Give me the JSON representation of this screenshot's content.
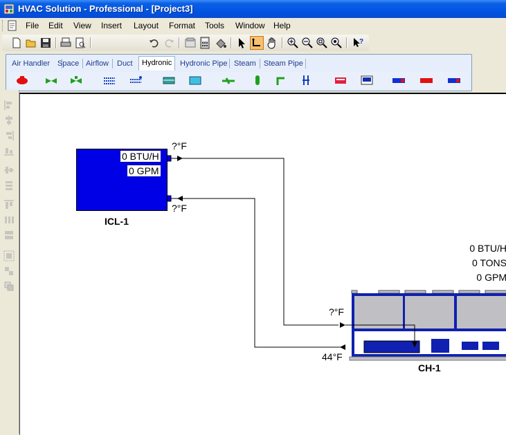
{
  "window": {
    "title": "HVAC Solution - Professional - [Project3]"
  },
  "menu": [
    "File",
    "Edit",
    "View",
    "Insert",
    "Layout",
    "Format",
    "Tools",
    "Window",
    "Help"
  ],
  "tabs": [
    "Air Handler",
    "Space",
    "Airflow",
    "Duct",
    "Hydronic",
    "Hydronic Pipe",
    "Steam",
    "Steam Pipe"
  ],
  "active_tab": "Hydronic",
  "icons": {
    "standard": [
      "new-icon",
      "open-icon",
      "save-icon",
      "print-icon",
      "print-preview-icon",
      "undo-icon",
      "redo-icon",
      "properties-icon",
      "calculator-icon",
      "paint-icon",
      "select-arrow-icon",
      "connect-pipe-icon",
      "pan-hand-icon",
      "zoom-in-icon",
      "zoom-out-icon",
      "zoom-fit-icon",
      "zoom-window-icon",
      "help-cursor-icon"
    ],
    "component": [
      "pump-icon",
      "valve-icon",
      "valve-alt-icon",
      "coil-icon",
      "coil-alt-icon",
      "heat-exchanger-icon",
      "tank-icon",
      "strainer-icon",
      "separator-icon",
      "fitting-icon",
      "vertical-pipe-icon",
      "boiler-icon",
      "expansion-tank-icon",
      "chiller-icon",
      "heater-icon",
      "cooler-icon"
    ]
  },
  "diagram": {
    "icl": {
      "label": "ICL-1",
      "btu": "0 BTU/H",
      "gpm": "0 GPM",
      "supply_temp": "?°F",
      "return_temp": "?°F"
    },
    "chiller": {
      "label": "CH-1",
      "btu": "0 BTU/H",
      "tons": "0 TONS",
      "gpm": "0 GPM",
      "inlet_temp": "?°F",
      "outlet_temp": "44°F"
    }
  },
  "colors": {
    "unit_blue": "#0000e6",
    "chiller_gray": "#c0c0c4",
    "chiller_frame": "#1020b0",
    "title_blue": "#0a5fe6"
  }
}
